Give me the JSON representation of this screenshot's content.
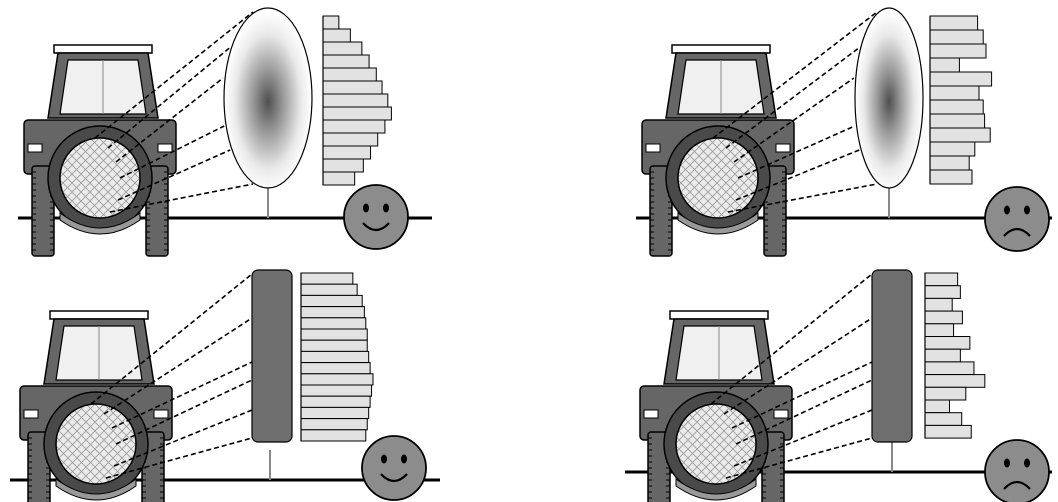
{
  "panels": [
    {
      "id": "top-left",
      "canopy": "oval",
      "outcome": "happy",
      "histogram_fraction": [
        0.22,
        0.38,
        0.54,
        0.64,
        0.74,
        0.82,
        0.9,
        0.95,
        0.86,
        0.76,
        0.66,
        0.56,
        0.44
      ]
    },
    {
      "id": "top-right",
      "canopy": "oval",
      "outcome": "sad",
      "histogram_fraction": [
        0.68,
        0.76,
        0.8,
        0.42,
        0.88,
        0.7,
        0.76,
        0.78,
        0.86,
        0.64,
        0.56,
        0.6
      ]
    },
    {
      "id": "bottom-left",
      "canopy": "rectangular",
      "outcome": "happy",
      "histogram_fraction": [
        0.72,
        0.78,
        0.85,
        0.88,
        0.9,
        0.92,
        0.92,
        0.94,
        0.96,
        1.0,
        0.98,
        0.96,
        0.94,
        0.92,
        0.9
      ]
    },
    {
      "id": "bottom-right",
      "canopy": "rectangular",
      "outcome": "sad",
      "histogram_fraction": [
        0.48,
        0.52,
        0.4,
        0.55,
        0.42,
        0.66,
        0.52,
        0.72,
        0.88,
        0.6,
        0.36,
        0.54,
        0.68
      ]
    }
  ],
  "colors": {
    "tractor_body": "#666666",
    "tractor_dark": "#4a4a4a",
    "cab_glass": "#f0f0f0",
    "hatch_fill": "#e6e6e6",
    "histogram_bar": "#e2e2e2",
    "smiley_face": "#8c8c8c",
    "rect_canopy": "#6e6e6e",
    "ground": "#000000"
  },
  "icons": [
    "tractor-icon",
    "sprayer-fan-icon",
    "smiley-happy-icon",
    "smiley-sad-icon"
  ]
}
